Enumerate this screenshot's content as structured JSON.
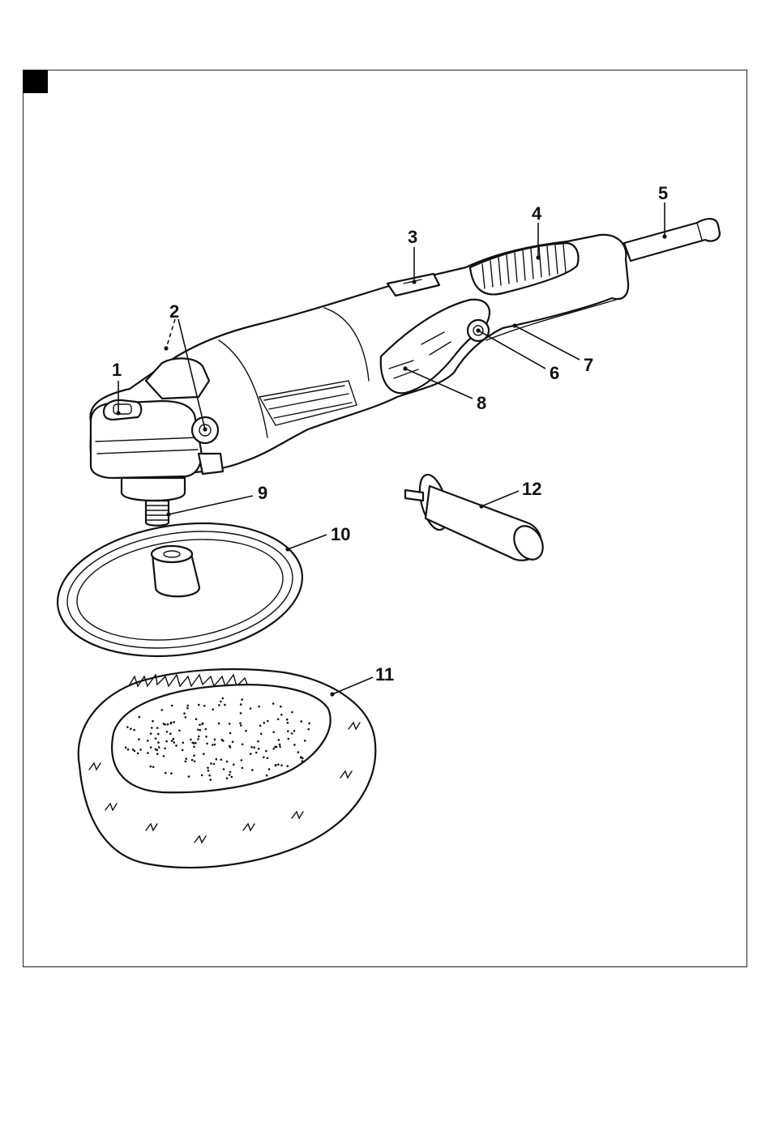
{
  "corner_mark_color": "#000000",
  "callouts": {
    "c1": "1",
    "c2": "2",
    "c3": "3",
    "c4": "4",
    "c5": "5",
    "c6": "6",
    "c7": "7",
    "c8": "8",
    "c9": "9",
    "c10": "10",
    "c11": "11",
    "c12": "12"
  }
}
